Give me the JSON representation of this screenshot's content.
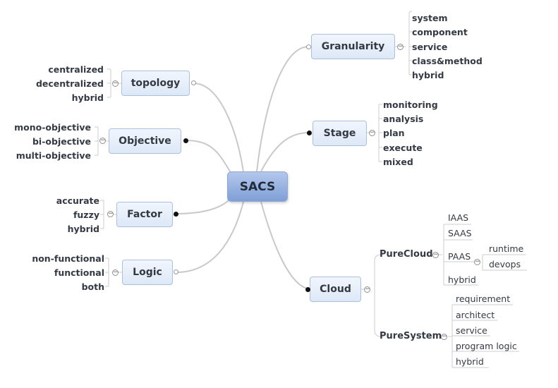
{
  "root": "SACS",
  "granularity": {
    "label": "Granularity",
    "items": [
      "system",
      "component",
      "service",
      "class&method",
      "hybrid"
    ]
  },
  "stage": {
    "label": "Stage",
    "items": [
      "monitoring",
      "analysis",
      "plan",
      "execute",
      "mixed"
    ]
  },
  "cloud": {
    "label": "Cloud",
    "pure_cloud": {
      "label": "PureCloud",
      "items": [
        "IAAS",
        "SAAS",
        "PAAS",
        "hybrid"
      ],
      "paas_items": [
        "runtime",
        "devops"
      ]
    },
    "pure_system": {
      "label": "PureSystem",
      "items": [
        "requirement",
        "architect",
        "service",
        "program logic",
        "hybrid"
      ]
    }
  },
  "topology": {
    "label": "topology",
    "items": [
      "centralized",
      "decentralized",
      "hybrid"
    ]
  },
  "objective": {
    "label": "Objective",
    "items": [
      "mono-objective",
      "bi-objective",
      "multi-objective"
    ]
  },
  "factor": {
    "label": "Factor",
    "items": [
      "accurate",
      "fuzzy",
      "hybrid"
    ]
  },
  "logic": {
    "label": "Logic",
    "items": [
      "non-functional",
      "functional",
      "both"
    ]
  }
}
